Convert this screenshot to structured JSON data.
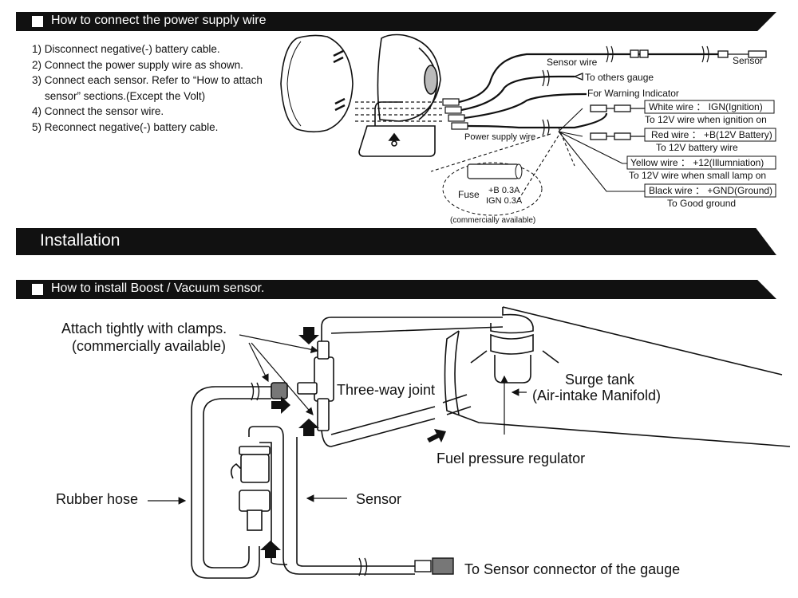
{
  "section1": {
    "title": "How to connect the power supply wire",
    "steps": [
      "1) Disconnect negative(-) battery cable.",
      "2) Connect the power supply wire as shown.",
      "3) Connect each sensor. Refer to “How to attach",
      "sensor” sections.(Except the Volt)",
      "4) Connect the sensor wire.",
      "5) Reconnect negative(-) battery cable."
    ],
    "labels": {
      "sensor_wire": "Sensor wire",
      "sensor": "Sensor",
      "to_others_gauge": "To others gauge",
      "for_warning": "For Warning Indicator",
      "power_supply_wire": "Power supply wire",
      "white_wire": "White wire ： IGN(Ignition)",
      "white_sub": "To 12V wire when ignition on",
      "red_wire": "Red wire ： +B(12V Battery)",
      "red_sub": "To 12V battery wire",
      "yellow_wire": "Yellow wire ： +12(Illumniation)",
      "yellow_sub": "To 12V wire when small lamp on",
      "black_wire": "Black wire ： +GND(Ground)",
      "black_sub": "To Good ground",
      "fuse": "Fuse",
      "fuse_b": "+B  0.3A",
      "fuse_ign": "IGN  0.3A",
      "commercially": "(commercially available)"
    }
  },
  "section2": {
    "title": "Installation"
  },
  "section3": {
    "title": "How to install Boost / Vacuum sensor.",
    "labels": {
      "attach_1": "Attach tightly with clamps.",
      "attach_2": "(commercially available)",
      "three_way": "Three-way joint",
      "surge_1": "Surge tank",
      "surge_2": "(Air-intake Manifold)",
      "fuel_reg": "Fuel pressure regulator",
      "rubber_hose": "Rubber hose",
      "sensor": "Sensor",
      "to_connector": "To Sensor connector of the gauge"
    }
  }
}
